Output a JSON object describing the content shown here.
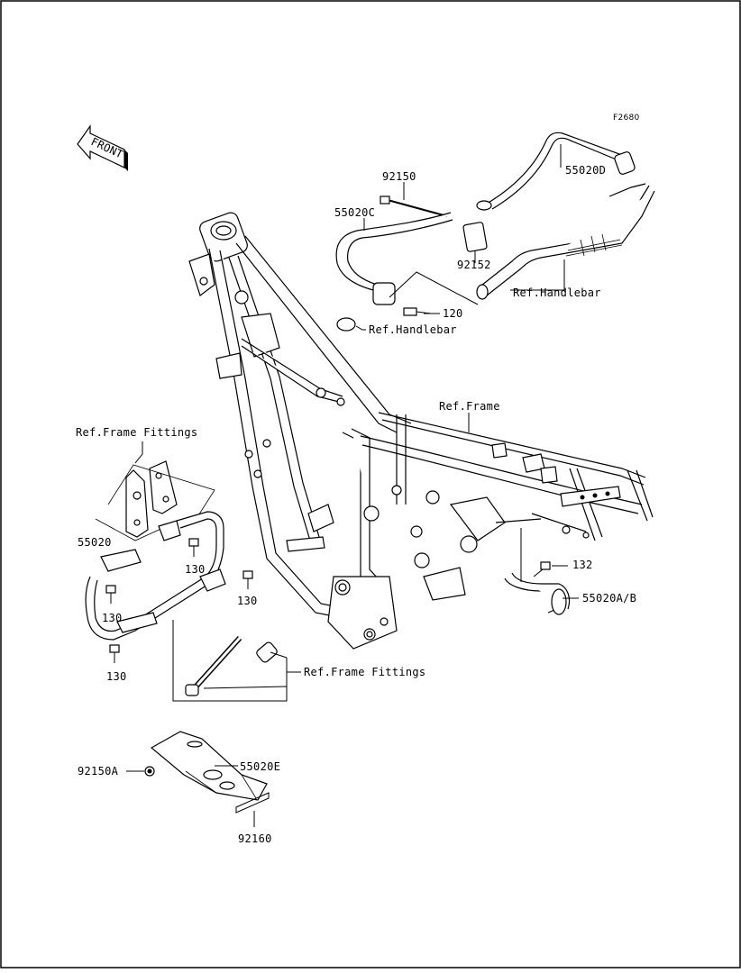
{
  "figure_code": "F2680",
  "front_arrow_label": "FRONT",
  "callouts": {
    "p92150_top": "92150",
    "p55020D": "55020D",
    "p55020C": "55020C",
    "p92152": "92152",
    "ref_handlebar_right": "Ref.Handlebar",
    "p120": "120",
    "ref_handlebar_left": "Ref.Handlebar",
    "ref_frame": "Ref.Frame",
    "ref_frame_fittings_top": "Ref.Frame Fittings",
    "p55020": "55020",
    "p130_a": "130",
    "p130_b": "130",
    "p130_c": "130",
    "p130_d": "130",
    "p132": "132",
    "p55020AB": "55020A/B",
    "ref_frame_fittings_bottom": "Ref.Frame Fittings",
    "p92150A": "92150A",
    "p55020E": "55020E",
    "p92160": "92160"
  }
}
